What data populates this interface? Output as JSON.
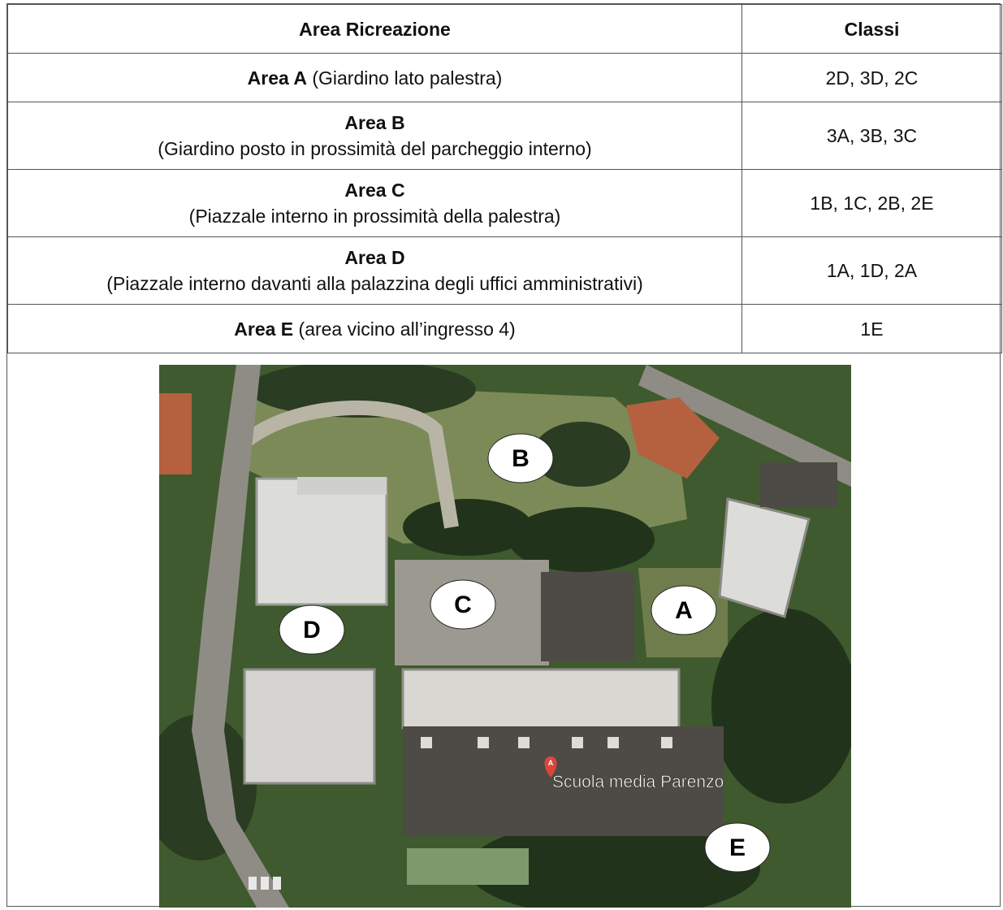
{
  "table": {
    "headers": [
      "Area Ricreazione",
      "Classi"
    ],
    "rows": [
      {
        "area": "Area A",
        "desc": " (Giardino lato palestra)",
        "classes": "2D, 3D, 2C",
        "layout": "inline"
      },
      {
        "area": "Area B",
        "desc": "(Giardino posto in prossimità del parcheggio interno)",
        "classes": "3A, 3B, 3C",
        "layout": "block"
      },
      {
        "area": "Area C",
        "desc": "(Piazzale interno in prossimità della palestra)",
        "classes": "1B, 1C, 2B, 2E",
        "layout": "block"
      },
      {
        "area": "Area D",
        "desc": "(Piazzale interno davanti alla palazzina degli uffici amministrativi)",
        "classes": "1A, 1D, 2A",
        "layout": "block"
      },
      {
        "area": "Area E",
        "desc": " (area vicino all’ingresso 4)",
        "classes": "1E",
        "layout": "inline"
      }
    ]
  },
  "map": {
    "labels": [
      "B",
      "C",
      "A",
      "D",
      "E"
    ],
    "place_label": "Scuola media Parenzo",
    "pin_letter": "A",
    "colors": {
      "vegetation": "#3f5a2e",
      "dark_trees": "#22331c",
      "grass": "#7b8a57",
      "roof_white": "#dcdcd8",
      "roof_dark": "#4e4a45",
      "road": "#8f8c86",
      "tile_roof": "#b5613f",
      "pin": "#d9463a"
    }
  }
}
